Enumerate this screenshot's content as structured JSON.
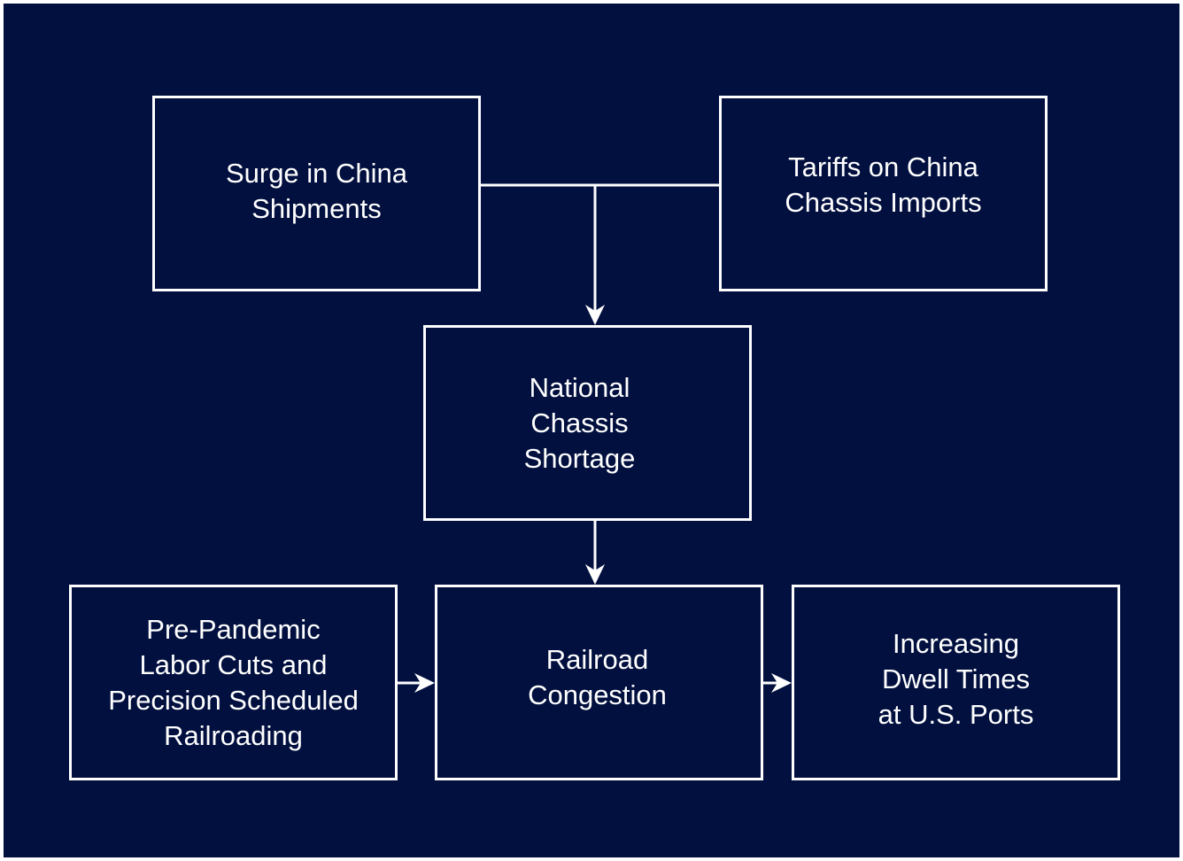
{
  "colors": {
    "background": "#02103f",
    "stroke": "#ffffff",
    "text": "#ffffff"
  },
  "nodes": {
    "surge": "Surge in China\nShipments",
    "tariffs": "Tariffs on China\nChassis Imports",
    "shortage": "National\nChassis\nShortage",
    "labor": "Pre-Pandemic\nLabor Cuts and\nPrecision Scheduled\nRailroading",
    "railroad": "Railroad\nCongestion",
    "dwell": "Increasing\nDwell Times\nat U.S. Ports"
  },
  "edges": [
    {
      "from": "surge",
      "to": "shortage"
    },
    {
      "from": "tariffs",
      "to": "shortage"
    },
    {
      "from": "shortage",
      "to": "railroad"
    },
    {
      "from": "labor",
      "to": "railroad"
    },
    {
      "from": "railroad",
      "to": "dwell"
    }
  ]
}
